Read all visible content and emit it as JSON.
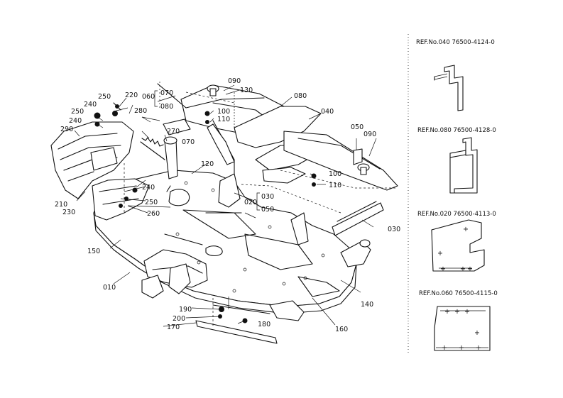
{
  "callouts": [
    {
      "id": "c010",
      "text": "010"
    },
    {
      "id": "c020",
      "text": "020"
    },
    {
      "id": "c030a",
      "text": "030"
    },
    {
      "id": "c030b",
      "text": "030"
    },
    {
      "id": "c040",
      "text": "040"
    },
    {
      "id": "c050a",
      "text": "050"
    },
    {
      "id": "c050b",
      "text": "050"
    },
    {
      "id": "c060",
      "text": "060"
    },
    {
      "id": "c070a",
      "text": "070"
    },
    {
      "id": "c070b",
      "text": "070"
    },
    {
      "id": "c080a",
      "text": "080"
    },
    {
      "id": "c080b",
      "text": "080"
    },
    {
      "id": "c090a",
      "text": "090"
    },
    {
      "id": "c090b",
      "text": "090"
    },
    {
      "id": "c100a",
      "text": "100"
    },
    {
      "id": "c100b",
      "text": "100"
    },
    {
      "id": "c110a",
      "text": "110"
    },
    {
      "id": "c110b",
      "text": "110"
    },
    {
      "id": "c120",
      "text": "120"
    },
    {
      "id": "c130",
      "text": "130"
    },
    {
      "id": "c140",
      "text": "140"
    },
    {
      "id": "c150",
      "text": "150"
    },
    {
      "id": "c160",
      "text": "160"
    },
    {
      "id": "c170",
      "text": "170"
    },
    {
      "id": "c180",
      "text": "180"
    },
    {
      "id": "c190",
      "text": "190"
    },
    {
      "id": "c200",
      "text": "200"
    },
    {
      "id": "c210",
      "text": "210"
    },
    {
      "id": "c220",
      "text": "220"
    },
    {
      "id": "c230",
      "text": "230"
    },
    {
      "id": "c240a",
      "text": "240"
    },
    {
      "id": "c240b",
      "text": "240"
    },
    {
      "id": "c240c",
      "text": "240"
    },
    {
      "id": "c250a",
      "text": "250"
    },
    {
      "id": "c250b",
      "text": "250"
    },
    {
      "id": "c250c",
      "text": "250"
    },
    {
      "id": "c260",
      "text": "260"
    },
    {
      "id": "c270",
      "text": "270"
    },
    {
      "id": "c280",
      "text": "280"
    },
    {
      "id": "c290",
      "text": "290"
    }
  ],
  "references": [
    {
      "label": "REF.No.040  76500-4124-0"
    },
    {
      "label": "REF.No.080  76500-4128-0"
    },
    {
      "label": "REF.No.020  76500-4113-0"
    },
    {
      "label": "REF.No.060  76500-4115-0"
    }
  ]
}
